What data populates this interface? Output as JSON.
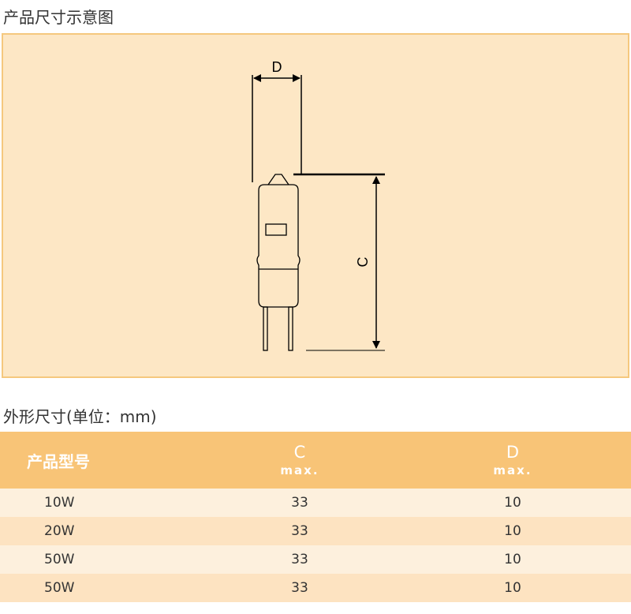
{
  "sections": {
    "diagram_title": "产品尺寸示意图",
    "table_title": "外形尺寸(单位：mm)"
  },
  "diagram": {
    "label_d": "D",
    "label_c": "C"
  },
  "table": {
    "header": {
      "model": "产品型号",
      "c": "C",
      "c_unit": "max.",
      "d": "D",
      "d_unit": "max."
    },
    "rows": [
      {
        "model": "10W",
        "c": "33",
        "d": "10"
      },
      {
        "model": "20W",
        "c": "33",
        "d": "10"
      },
      {
        "model": "50W",
        "c": "33",
        "d": "10"
      },
      {
        "model": "50W",
        "c": "33",
        "d": "10"
      }
    ]
  },
  "colors": {
    "panel_bg": "#fde7c5",
    "panel_border": "#f5c87e",
    "header_bg": "#f8c477",
    "row_light": "#fdf0dd",
    "row_dark": "#fde3c1"
  }
}
